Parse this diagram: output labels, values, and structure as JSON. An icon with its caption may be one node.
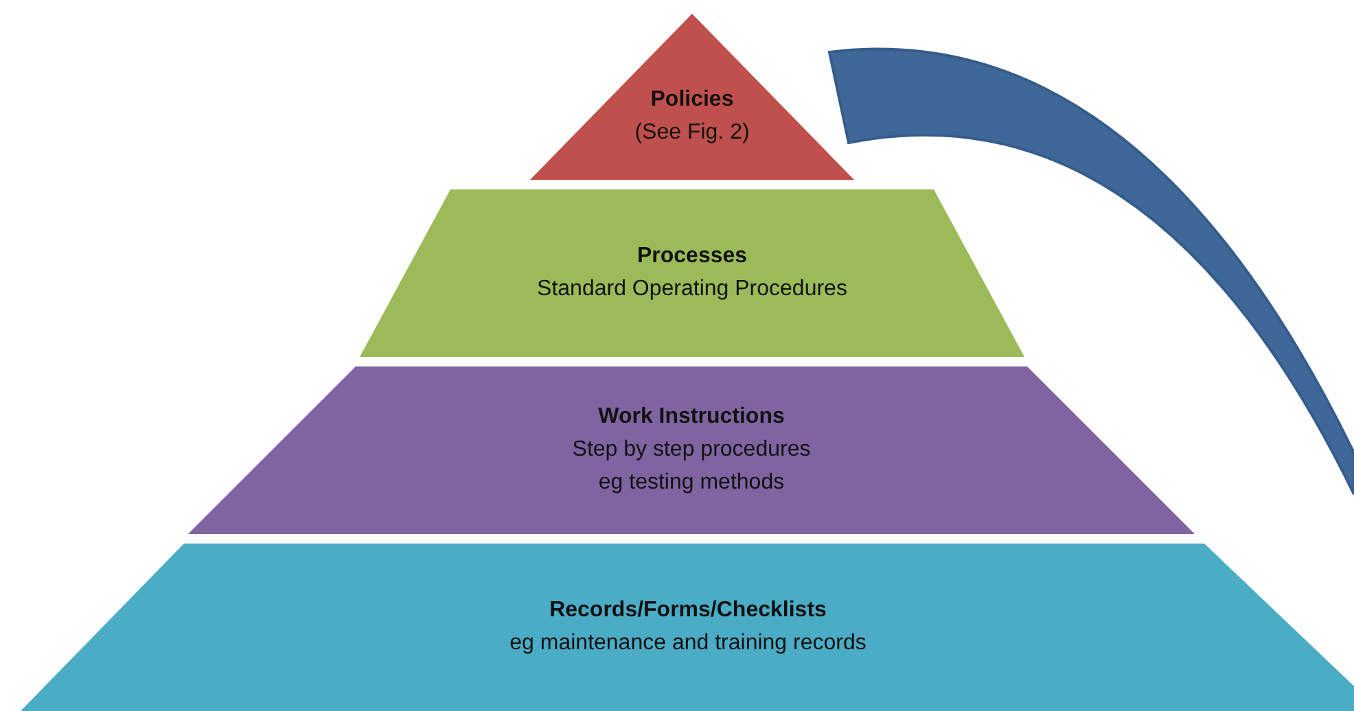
{
  "diagram": {
    "nodes": [
      {
        "text": [
          "Policies",
          "(See Fig. 2)"
        ]
      },
      {
        "text": [
          "Processes",
          "Standard Operating Procedures"
        ]
      },
      {
        "text": [
          "Work Instructions",
          "Step by step procedures",
          "eg testing methods"
        ]
      },
      {
        "text": [
          "Records/Forms/Checklists",
          "eg maintenance and training records"
        ]
      }
    ]
  }
}
